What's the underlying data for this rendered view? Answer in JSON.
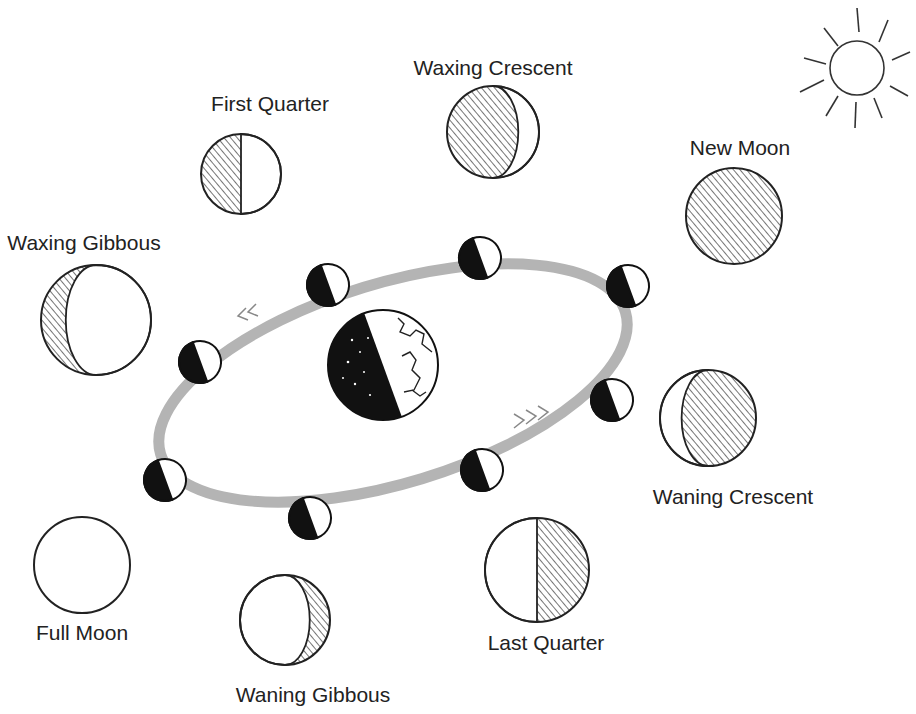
{
  "diagram": {
    "nodes": [
      {
        "text": [
          "Waxing Crescent"
        ]
      },
      {
        "text": [
          "First Quarter"
        ]
      },
      {
        "text": [
          "New Moon"
        ]
      },
      {
        "text": [
          "Waxing Gibbous"
        ]
      },
      {
        "text": [
          "Waning Crescent"
        ]
      },
      {
        "text": [
          "Full Moon"
        ]
      },
      {
        "text": [
          "Last Quarter"
        ]
      },
      {
        "text": [
          "Waning Gibbous"
        ]
      }
    ]
  }
}
